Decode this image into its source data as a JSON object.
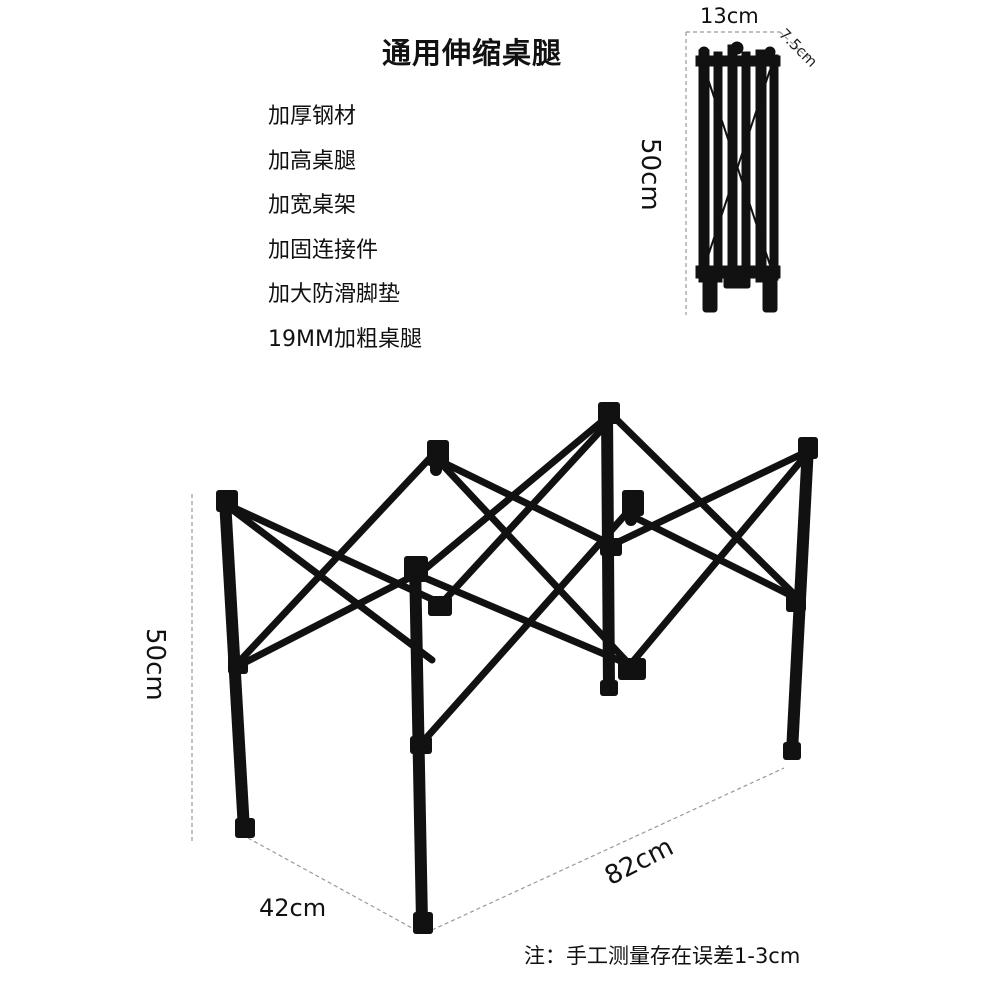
{
  "title": "通用伸缩桌腿",
  "features": [
    "加厚钢材",
    "加高桌腿",
    "加宽桌架",
    "加固连接件",
    "加大防滑脚垫",
    "19MM加粗桌腿"
  ],
  "dimensions": {
    "folded_width": "13cm",
    "folded_depth": "7.5cm",
    "folded_height": "50cm",
    "height": "50cm",
    "depth": "42cm",
    "width": "82cm"
  },
  "note": "注：手工测量存在误差1-3cm",
  "colors": {
    "frame": "#111111",
    "guide": "#999999",
    "text": "#111111"
  }
}
